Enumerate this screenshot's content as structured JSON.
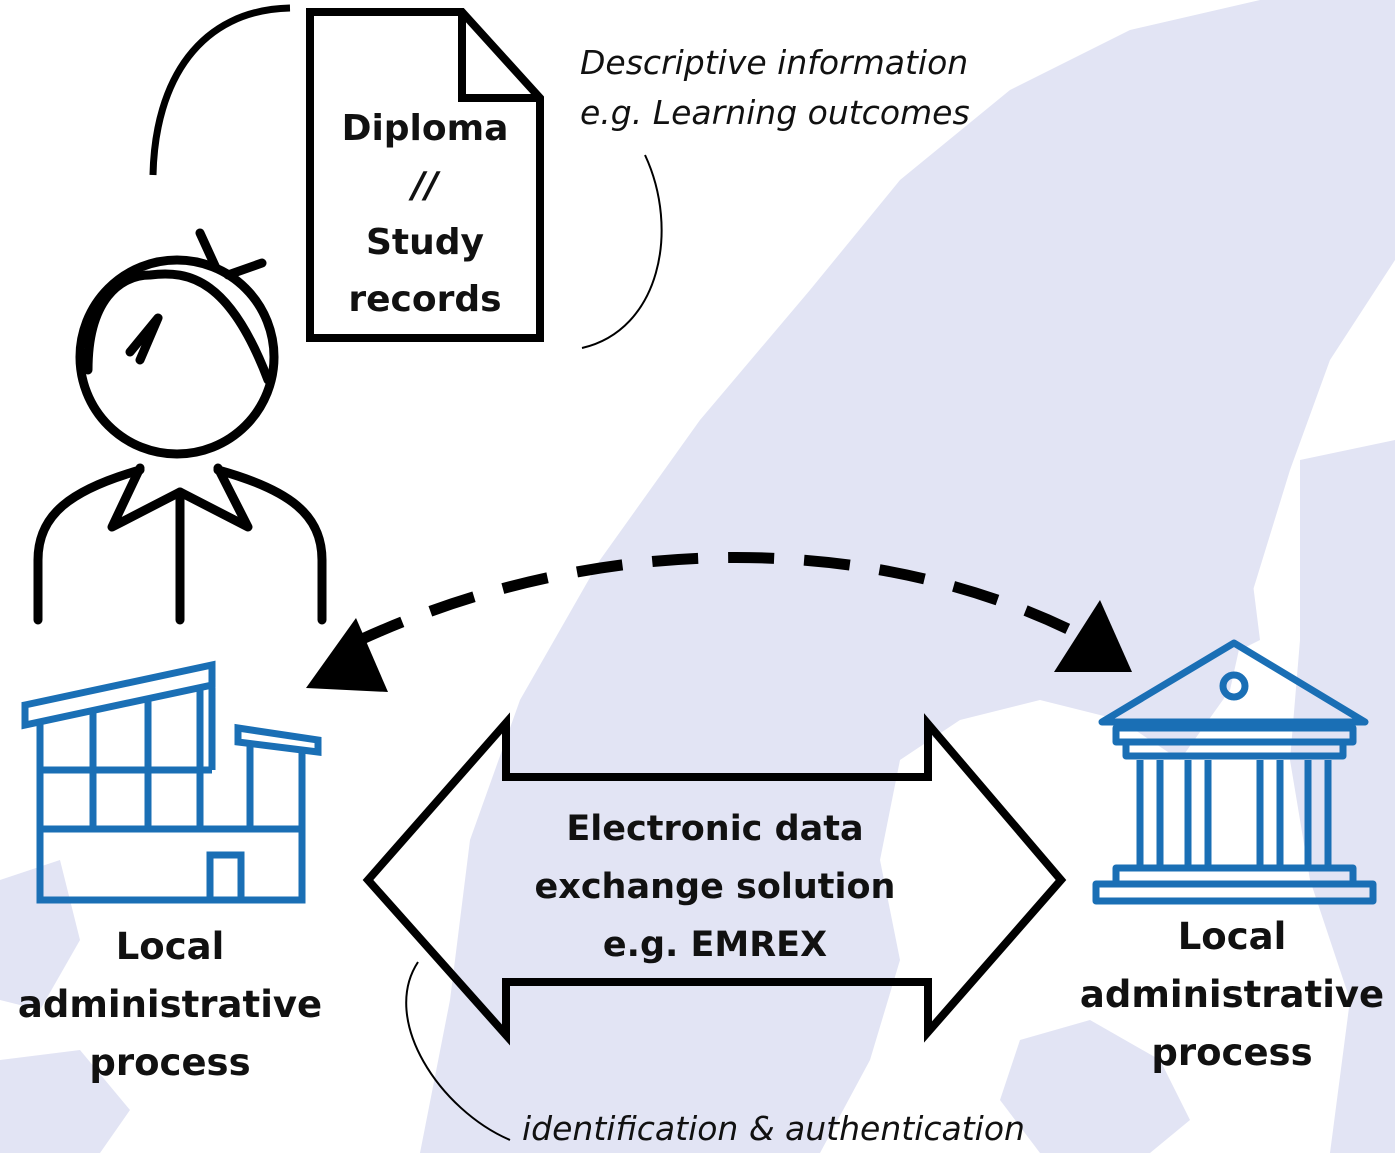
{
  "document": {
    "line1": "Diploma",
    "line2": "//",
    "line3": "Study",
    "line4": "records"
  },
  "descriptive_note": {
    "line1": "Descriptive information",
    "line2": "e.g. Learning outcomes"
  },
  "exchange": {
    "line1": "Electronic data",
    "line2": "exchange solution",
    "line3": "e.g. EMREX"
  },
  "left_process": {
    "line1": "Local",
    "line2": "administrative",
    "line3": "process"
  },
  "right_process": {
    "line1": "Local",
    "line2": "administrative",
    "line3": "process"
  },
  "auth_note": "identification & authentication",
  "icons": {
    "person": "person-icon",
    "document": "document-icon",
    "left_building": "school-building-icon",
    "right_building": "institution-building-icon"
  },
  "colors": {
    "map": "#e2e4f4",
    "building_blue": "#1a6fb5",
    "stroke": "#000000"
  }
}
